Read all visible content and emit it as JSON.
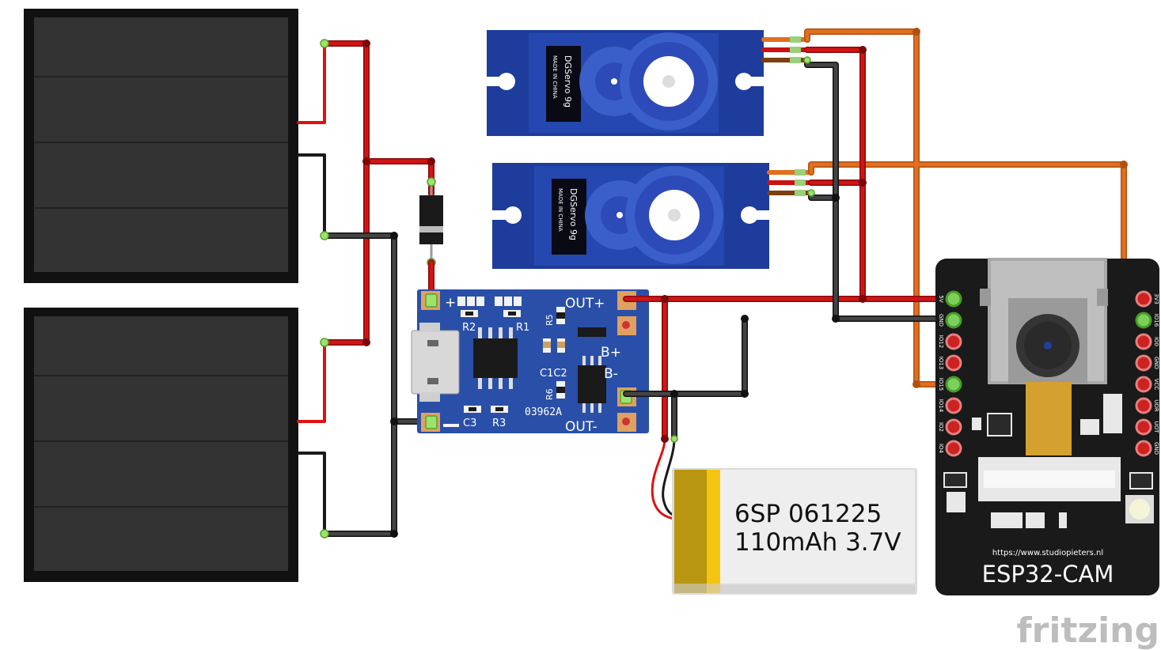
{
  "servo1": {
    "brand": "DGServo 9g",
    "origin": "MADE IN CHINA"
  },
  "servo2": {
    "brand": "DGServo 9g",
    "origin": "MADE IN CHINA"
  },
  "charger": {
    "plus": "+",
    "minus": "-",
    "out_plus": "OUT+",
    "out_minus": "OUT-",
    "b_plus": "B+",
    "b_minus": "B-",
    "r2": "R2",
    "r1": "R1",
    "r5": "R5",
    "r6": "R6",
    "c1c2": "C1C2",
    "c3": "C3",
    "r3": "R3",
    "code": "03962A"
  },
  "battery": {
    "line1": "6SP 061225",
    "line2": "110mAh 3.7V"
  },
  "esp": {
    "url": "https://www.studiopieters.nl",
    "name": "ESP32-CAM",
    "left_pins": [
      "5V",
      "GND",
      "IO12",
      "IO13",
      "IO15",
      "IO14",
      "IO2",
      "IO4"
    ],
    "right_pins": [
      "3V3",
      "IO16",
      "IO0",
      "GND",
      "VCC",
      "UOR",
      "UOT",
      "GND"
    ]
  },
  "watermark": "fritzing",
  "colors": {
    "red_wire": "#cc1111",
    "black_wire": "#222222",
    "orange_wire": "#e07020",
    "servo_blue": "#1d3c9c",
    "pcb_blue": "#2a4fa8",
    "esp_body": "#1a1a1a",
    "solar": "#2b2b2b"
  }
}
